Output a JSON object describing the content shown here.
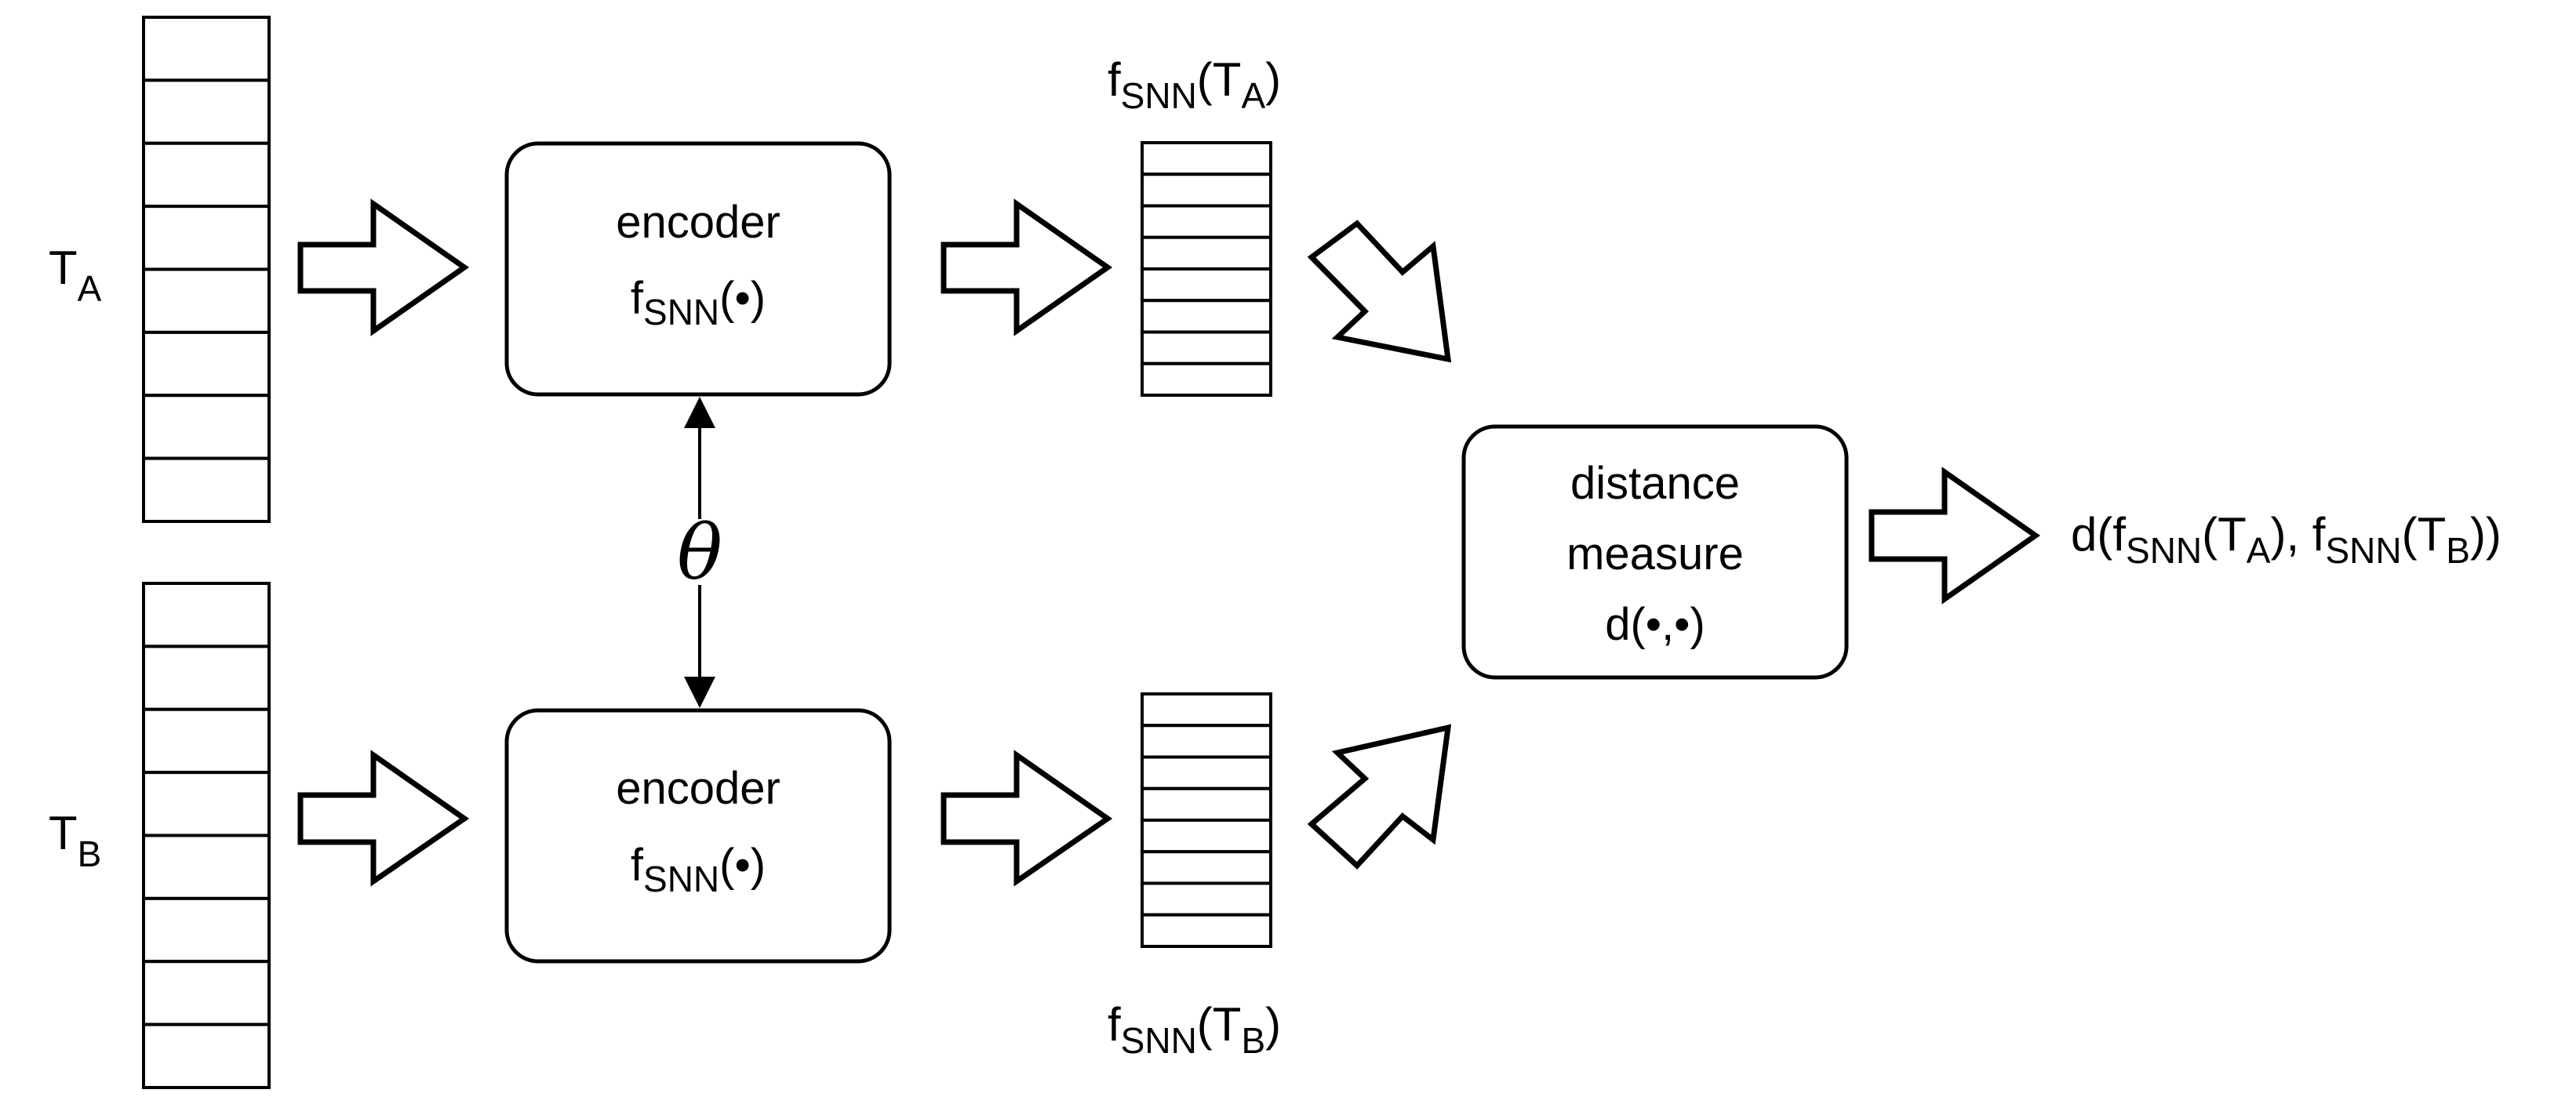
{
  "inputs": {
    "a": {
      "label_main": "T",
      "label_sub": "A"
    },
    "b": {
      "label_main": "T",
      "label_sub": "B"
    }
  },
  "encoders": {
    "top": {
      "title": "encoder",
      "func_main": "f",
      "func_sub": "SNN",
      "func_arg": "(•)"
    },
    "bottom": {
      "title": "encoder",
      "func_main": "f",
      "func_sub": "SNN",
      "func_arg": "(•)"
    }
  },
  "shared_params": {
    "symbol": "θ"
  },
  "embeddings": {
    "a": {
      "label_main": "f",
      "label_sub": "SNN",
      "label_open": "(T",
      "label_arg_sub": "A",
      "label_close": ")"
    },
    "b": {
      "label_main": "f",
      "label_sub": "SNN",
      "label_open": "(T",
      "label_arg_sub": "B",
      "label_close": ")"
    }
  },
  "distance": {
    "line1": "distance",
    "line2": "measure",
    "line3": "d(•,•)"
  },
  "output": {
    "p1": "d(f",
    "s1": "SNN",
    "p2": "(T",
    "s2": "A",
    "p3": "), f",
    "s3": "SNN",
    "p4": "(T",
    "s4": "B",
    "p5": "))"
  }
}
